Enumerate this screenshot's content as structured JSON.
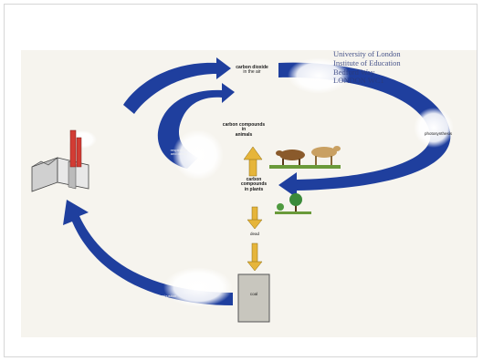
{
  "diagram": {
    "labels": {
      "co2_air": "carbon dioxide",
      "co2_air_sub": "in the air",
      "carbon_animals": "carbon compounds\nin\nanimals",
      "carbon_plants": "carbon\ncompounds\nin plants",
      "photosynthesis": "photosynthesis",
      "respiration": "respiration\nand decay",
      "combustion": "combustion",
      "dead": "dead",
      "coal": "coal"
    },
    "stamp": {
      "line1": "University of London",
      "line2": "Institute of Education",
      "line3": "Bedford Way",
      "line4": "LONDON WC1"
    },
    "colors": {
      "arrow_blue": "#1f3f9e",
      "stack_red": "#d23c34",
      "factory_grey": "#d9d9d9",
      "coal_box": "#c8c6be",
      "up_arrow": "#e6b53a"
    }
  }
}
